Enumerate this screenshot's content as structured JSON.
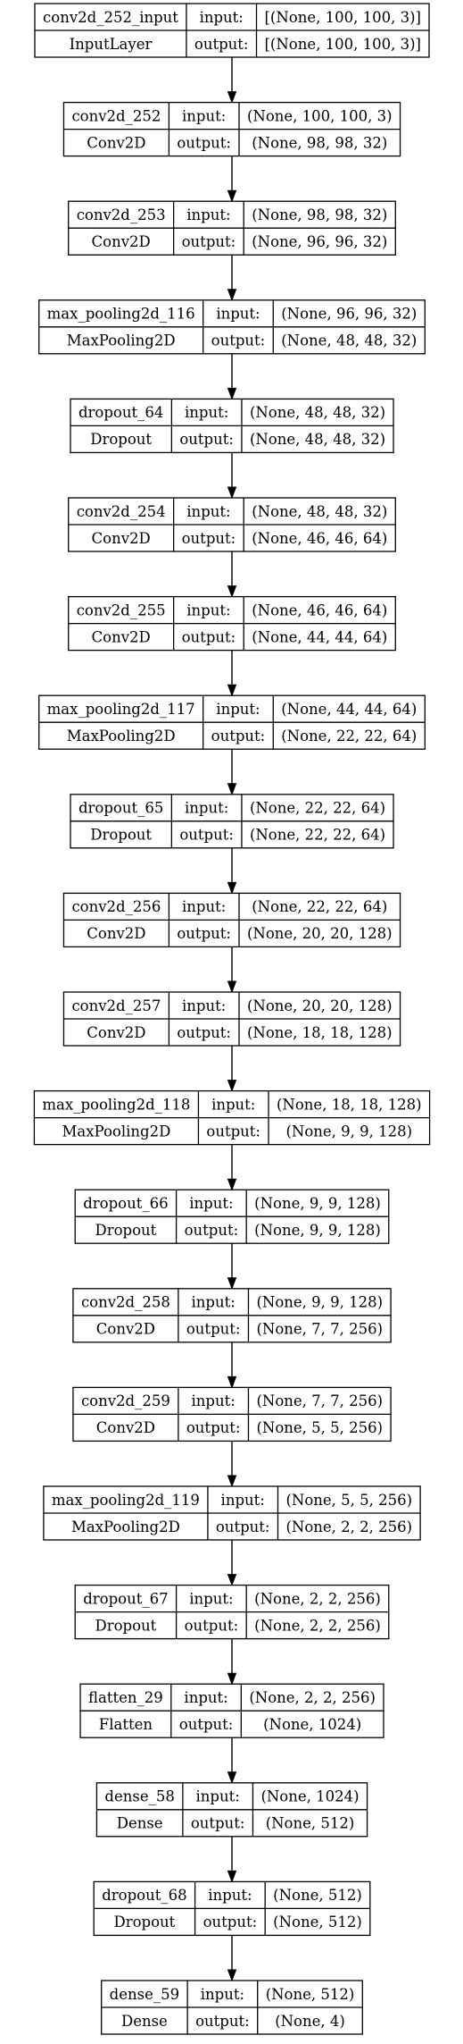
{
  "labels": {
    "input": "input:",
    "output": "output:"
  },
  "nodes": [
    {
      "name": "conv2d_252_input",
      "type": "InputLayer",
      "input": "[(None, 100, 100, 3)]",
      "output": "[(None, 100, 100, 3)]"
    },
    {
      "name": "conv2d_252",
      "type": "Conv2D",
      "input": "(None, 100, 100, 3)",
      "output": "(None, 98, 98, 32)"
    },
    {
      "name": "conv2d_253",
      "type": "Conv2D",
      "input": "(None, 98, 98, 32)",
      "output": "(None, 96, 96, 32)"
    },
    {
      "name": "max_pooling2d_116",
      "type": "MaxPooling2D",
      "input": "(None, 96, 96, 32)",
      "output": "(None, 48, 48, 32)"
    },
    {
      "name": "dropout_64",
      "type": "Dropout",
      "input": "(None, 48, 48, 32)",
      "output": "(None, 48, 48, 32)"
    },
    {
      "name": "conv2d_254",
      "type": "Conv2D",
      "input": "(None, 48, 48, 32)",
      "output": "(None, 46, 46, 64)"
    },
    {
      "name": "conv2d_255",
      "type": "Conv2D",
      "input": "(None, 46, 46, 64)",
      "output": "(None, 44, 44, 64)"
    },
    {
      "name": "max_pooling2d_117",
      "type": "MaxPooling2D",
      "input": "(None, 44, 44, 64)",
      "output": "(None, 22, 22, 64)"
    },
    {
      "name": "dropout_65",
      "type": "Dropout",
      "input": "(None, 22, 22, 64)",
      "output": "(None, 22, 22, 64)"
    },
    {
      "name": "conv2d_256",
      "type": "Conv2D",
      "input": "(None, 22, 22, 64)",
      "output": "(None, 20, 20, 128)"
    },
    {
      "name": "conv2d_257",
      "type": "Conv2D",
      "input": "(None, 20, 20, 128)",
      "output": "(None, 18, 18, 128)"
    },
    {
      "name": "max_pooling2d_118",
      "type": "MaxPooling2D",
      "input": "(None, 18, 18, 128)",
      "output": "(None, 9, 9, 128)"
    },
    {
      "name": "dropout_66",
      "type": "Dropout",
      "input": "(None, 9, 9, 128)",
      "output": "(None, 9, 9, 128)"
    },
    {
      "name": "conv2d_258",
      "type": "Conv2D",
      "input": "(None, 9, 9, 128)",
      "output": "(None, 7, 7, 256)"
    },
    {
      "name": "conv2d_259",
      "type": "Conv2D",
      "input": "(None, 7, 7, 256)",
      "output": "(None, 5, 5, 256)"
    },
    {
      "name": "max_pooling2d_119",
      "type": "MaxPooling2D",
      "input": "(None, 5, 5, 256)",
      "output": "(None, 2, 2, 256)"
    },
    {
      "name": "dropout_67",
      "type": "Dropout",
      "input": "(None, 2, 2, 256)",
      "output": "(None, 2, 2, 256)"
    },
    {
      "name": "flatten_29",
      "type": "Flatten",
      "input": "(None, 2, 2, 256)",
      "output": "(None, 1024)"
    },
    {
      "name": "dense_58",
      "type": "Dense",
      "input": "(None, 1024)",
      "output": "(None, 512)"
    },
    {
      "name": "dropout_68",
      "type": "Dropout",
      "input": "(None, 512)",
      "output": "(None, 512)"
    },
    {
      "name": "dense_59",
      "type": "Dense",
      "input": "(None, 512)",
      "output": "(None, 4)"
    }
  ]
}
